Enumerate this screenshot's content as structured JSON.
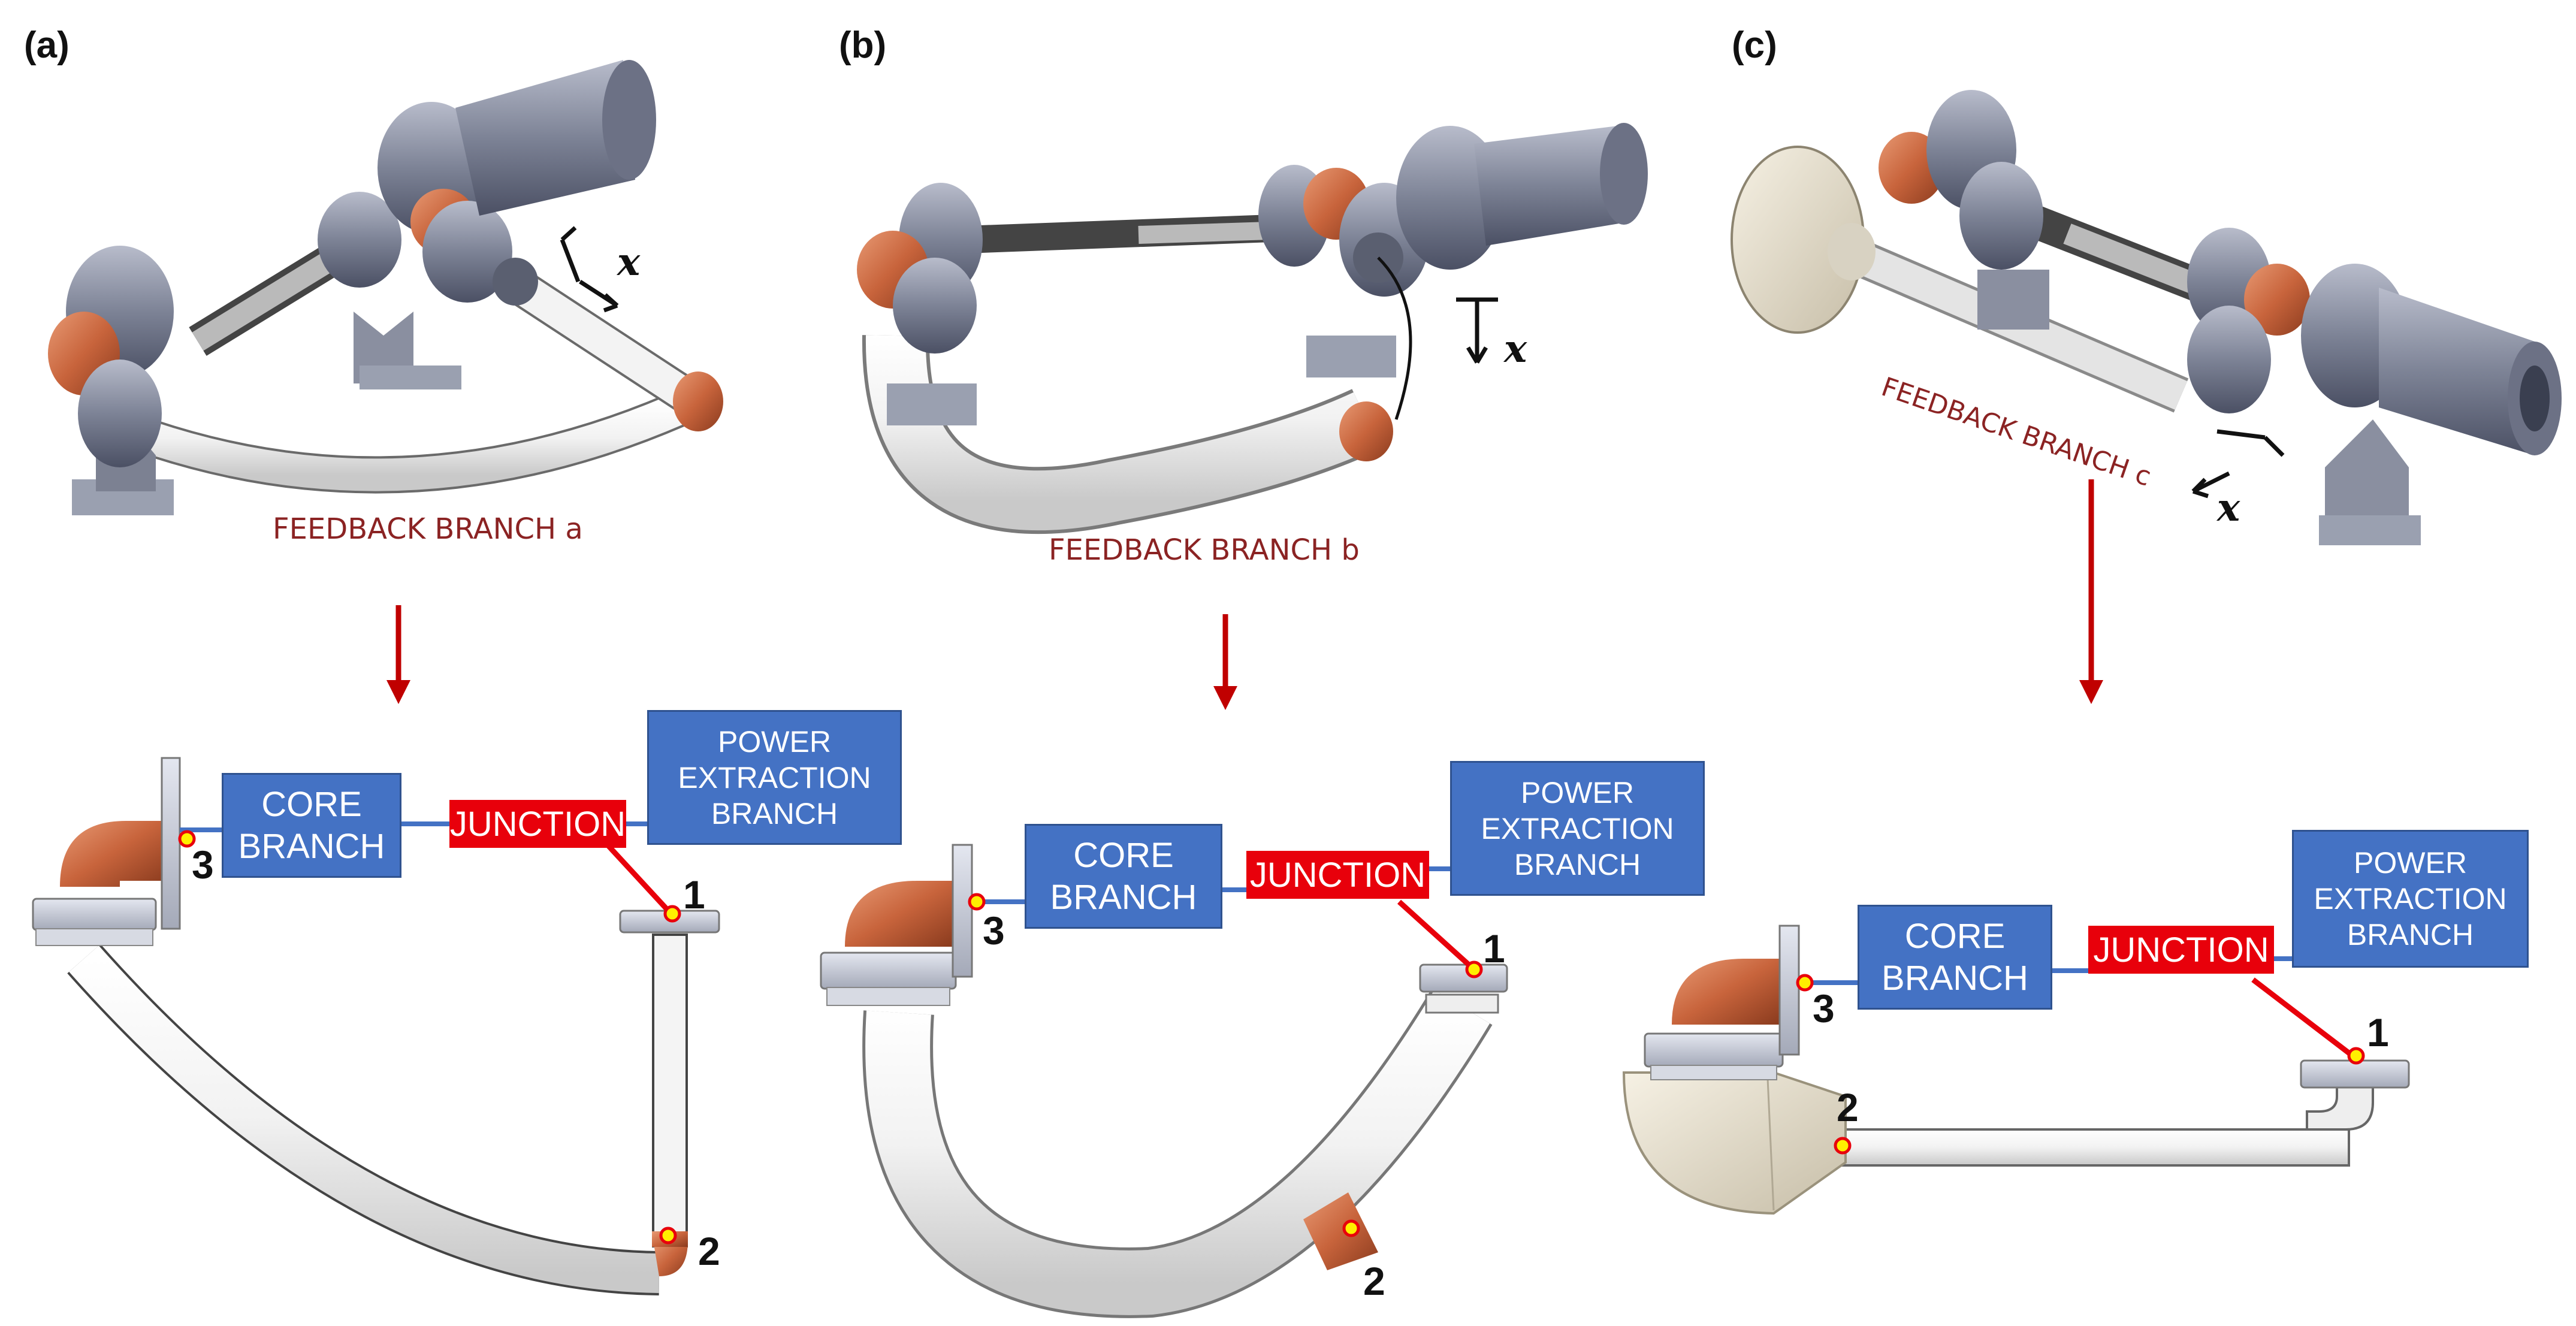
{
  "panels": [
    {
      "label": "(a)",
      "feedback_label": "FEEDBACK BRANCH a"
    },
    {
      "label": "(b)",
      "feedback_label": "FEEDBACK BRANCH b"
    },
    {
      "label": "(c)",
      "feedback_label": "FEEDBACK BRANCH c"
    }
  ],
  "blocks": {
    "core": "CORE\nBRANCH",
    "junction": "JUNCTION",
    "power": "POWER\nEXTRACTION\nBRANCH"
  },
  "points": [
    "1",
    "2",
    "3"
  ],
  "axis_symbol": "x",
  "colors": {
    "block_blue": "#4472c4",
    "junction_red": "#e8000b",
    "arrow_red": "#c00000",
    "copper": "#c8643c",
    "pipe": "#efefef",
    "feedback_text": "#8b2323",
    "point_marker": "#ffef00"
  }
}
